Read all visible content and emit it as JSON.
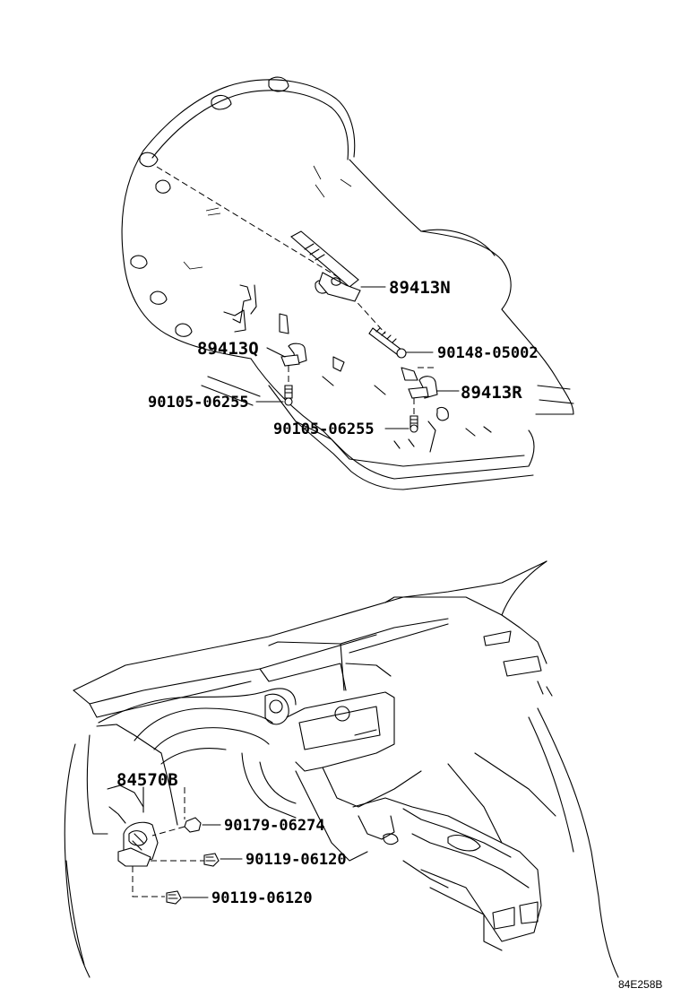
{
  "diagram": {
    "transmission_section": {
      "callouts": {
        "sensor_n": "89413N",
        "bolt_05002": "90148-05002",
        "sensor_q": "89413Q",
        "sensor_r": "89413R",
        "bolt_left": "90105-06255",
        "bolt_right": "90105-06255"
      }
    },
    "dashboard_section": {
      "callouts": {
        "switch": "84570B",
        "nut": "90179-06274",
        "screw_upper": "90119-06120",
        "screw_lower": "90119-06120"
      }
    },
    "figure_code": "84E258B"
  }
}
